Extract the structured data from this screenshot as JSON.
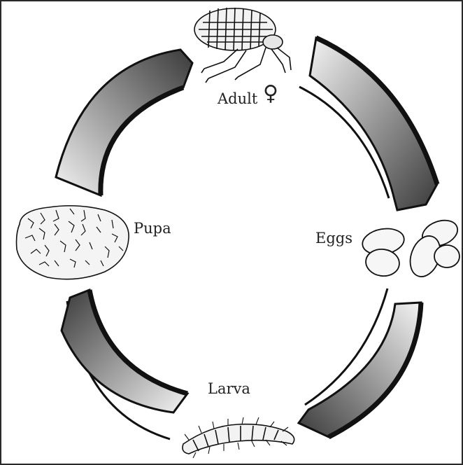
{
  "stages": {
    "adult": "Adult",
    "adult_symbol": "♀",
    "eggs": "Eggs",
    "larva": "Larva",
    "pupa": "Pupa"
  },
  "icons": {
    "adult": "adult-flea-icon",
    "eggs": "flea-eggs-icon",
    "larva": "flea-larva-icon",
    "pupa": "flea-pupa-cocoon-icon"
  },
  "colors": {
    "line": "#111111",
    "arrow_fill_dark": "#3a3a3a",
    "arrow_fill_light": "#e8e8e8",
    "background": "#ffffff"
  }
}
